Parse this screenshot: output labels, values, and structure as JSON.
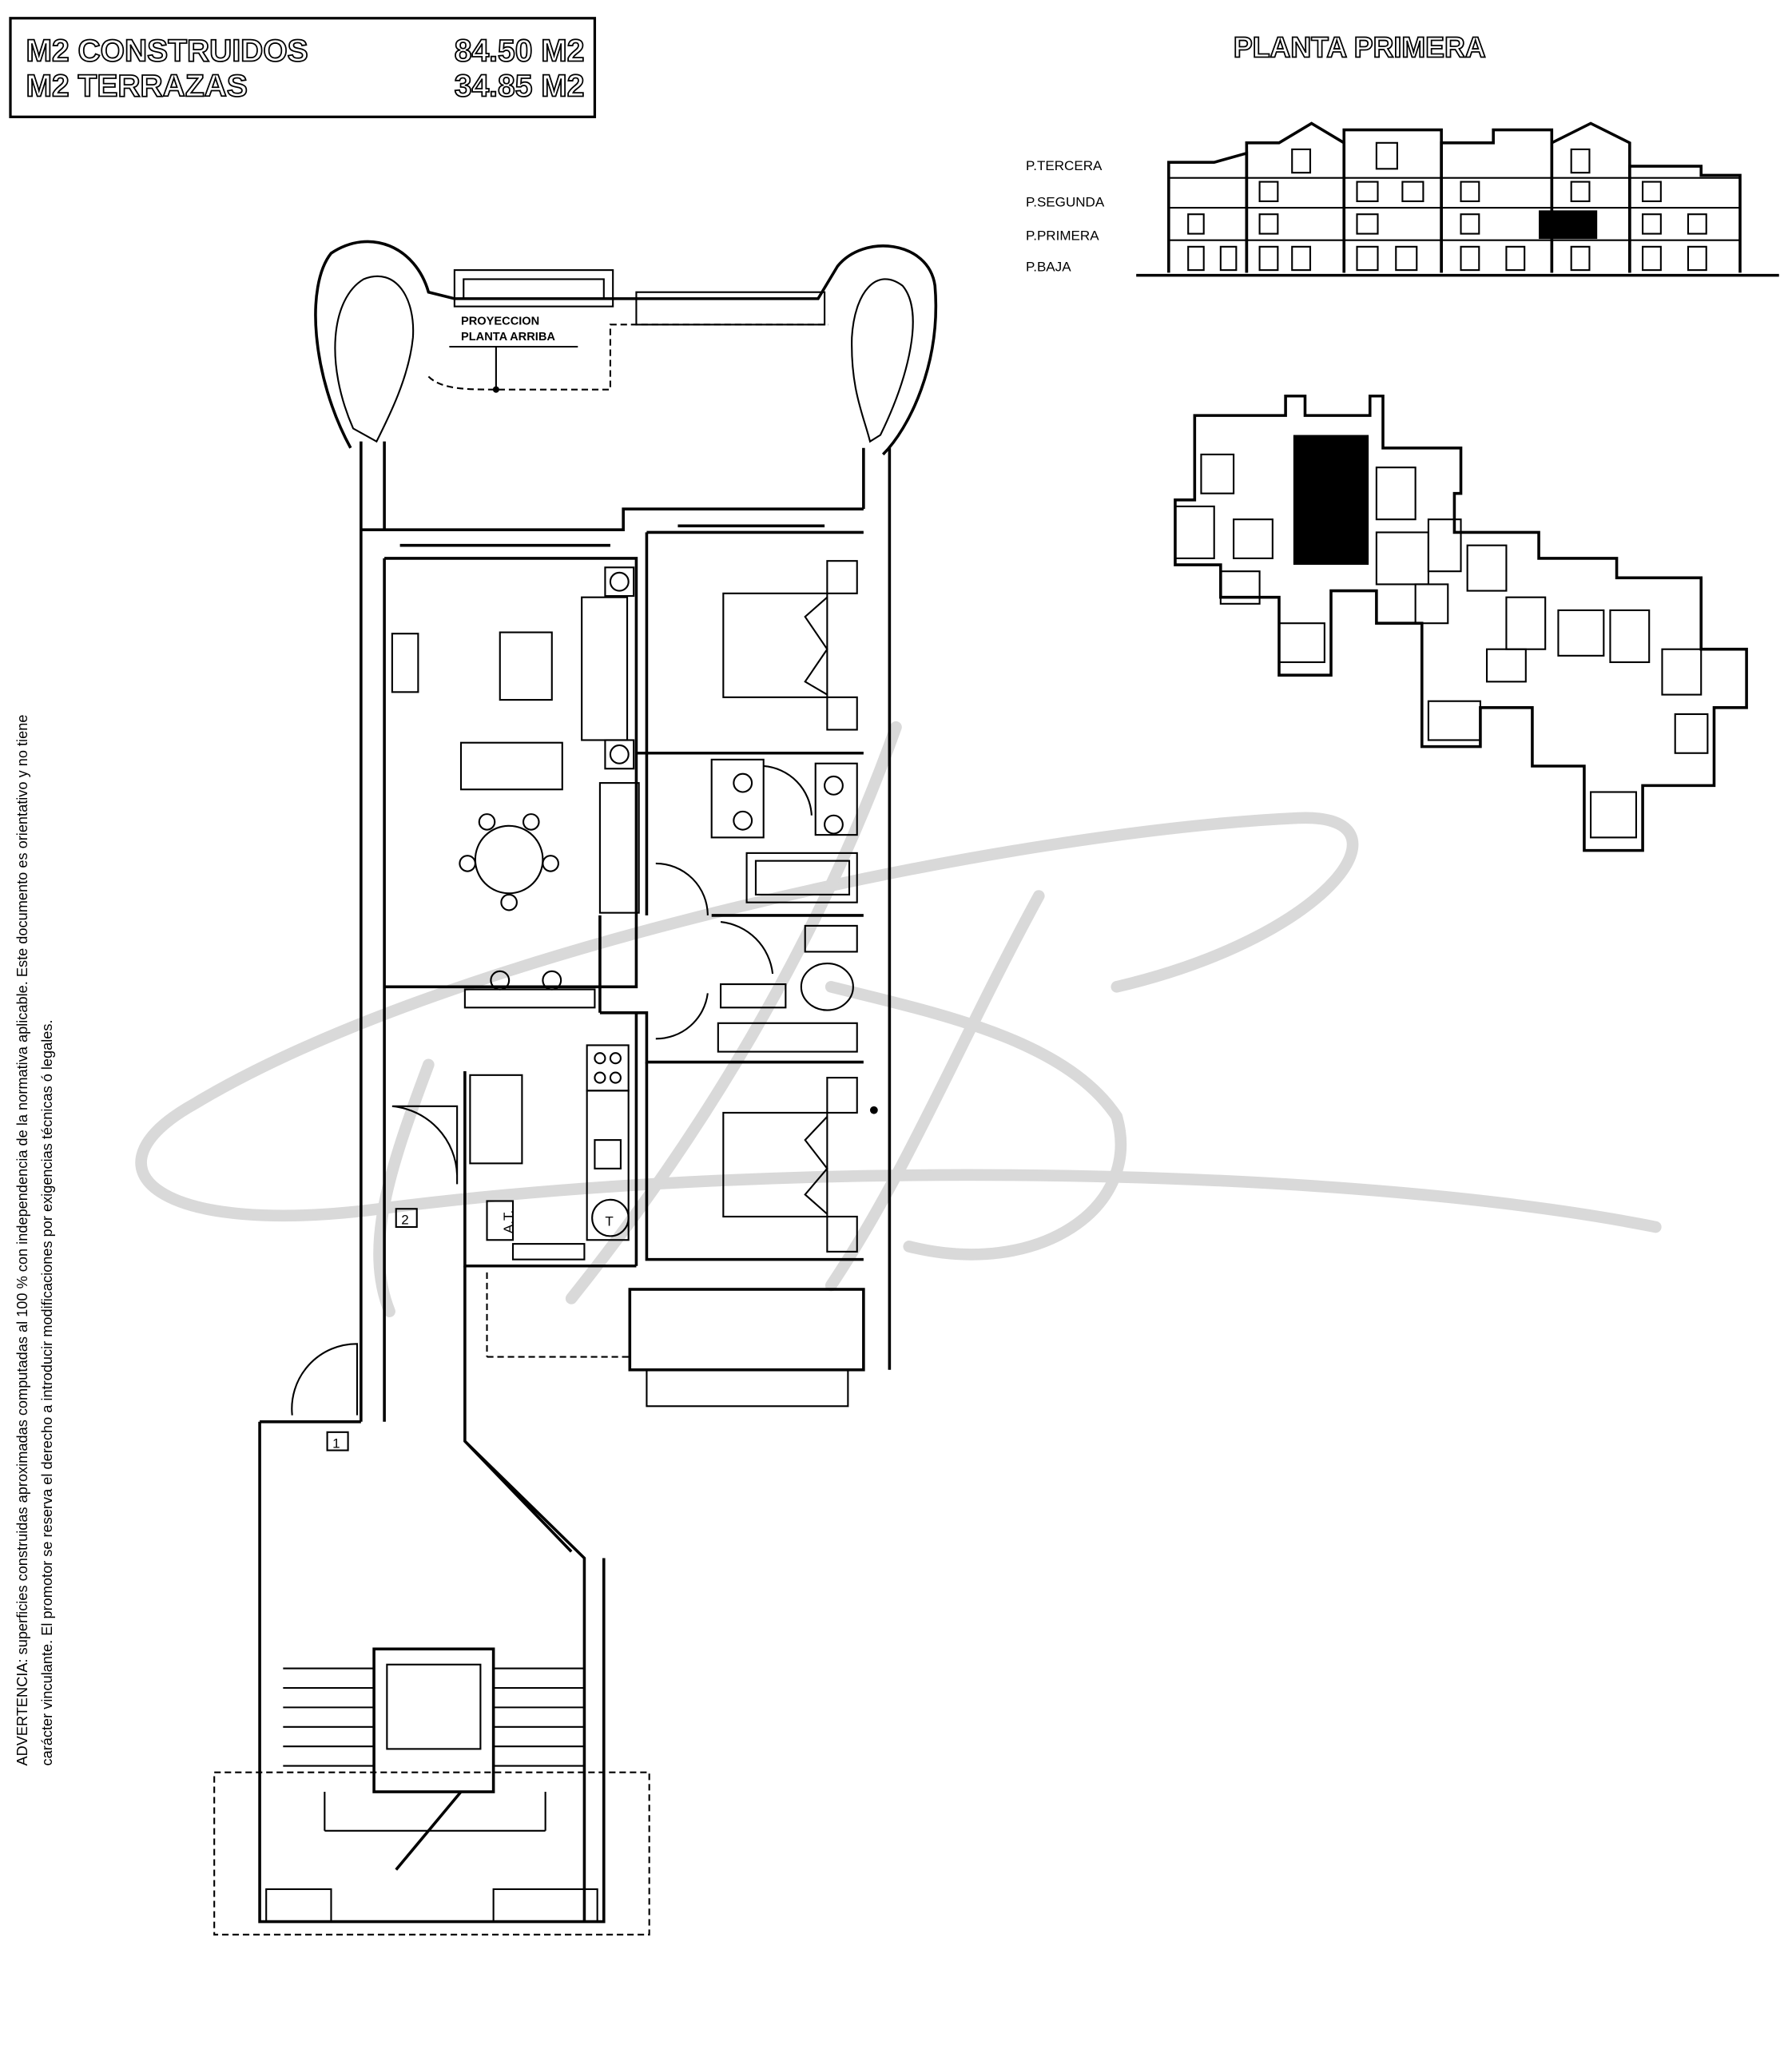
{
  "surface_table": {
    "rows": [
      {
        "label": "M2 CONSTRUIDOS",
        "value": "84.50 M2"
      },
      {
        "label": "M2 TERRAZAS",
        "value": "34.85 M2"
      }
    ]
  },
  "title": "PLANTA PRIMERA",
  "elevation": {
    "levels": [
      "P.TERCERA",
      "P.SEGUNDA",
      "P.PRIMERA",
      "P.BAJA"
    ]
  },
  "plan": {
    "projection_label_line1": "PROYECCION",
    "projection_label_line2": "PLANTA  ARRIBA",
    "door_marker_1": "1",
    "door_marker_2": "2",
    "meter_label": "A.T.",
    "heater_label": "T"
  },
  "disclaimer": {
    "line1": "ADVERTENCIA: superficies construidas aproximadas computadas al 100  % con independencia de la normativa aplicable. Este documento es orientativo y no tiene",
    "line2": "carácter vinculante. El promotor se reserva el derecho a introducir modificaciones por exigencias técnicas ó legales."
  },
  "colors": {
    "ink": "#000000",
    "watermark": "#d9d9d9"
  }
}
